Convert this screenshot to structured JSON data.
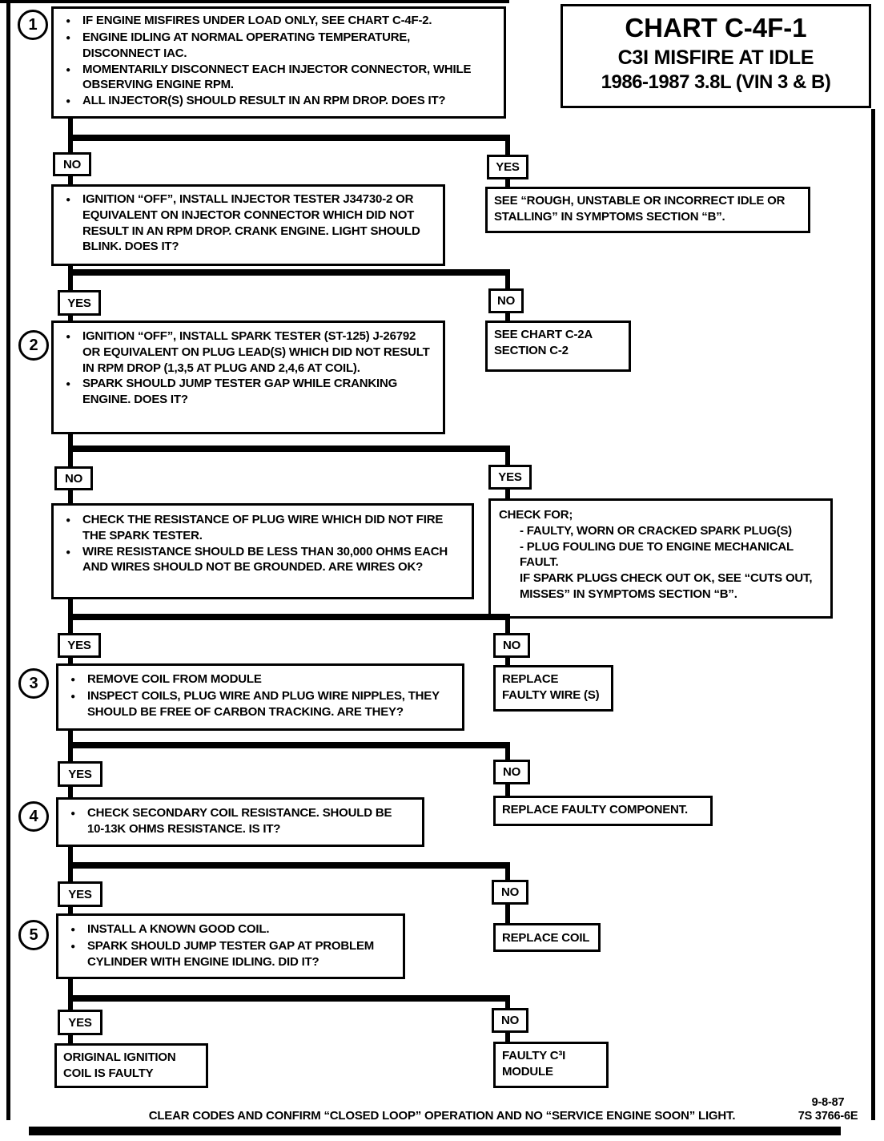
{
  "glyphs": {
    "bullet": "●"
  },
  "title": {
    "chart": "CHART C-4F-1",
    "subtitle": "C3I MISFIRE AT IDLE",
    "model": "1986-1987  3.8L  (VIN 3 & B)"
  },
  "steps": {
    "n1": "1",
    "n2": "2",
    "n3": "3",
    "n4": "4",
    "n5": "5"
  },
  "decisions": {
    "r2_left": "NO",
    "r2_right": "YES",
    "r3_left": "YES",
    "r3_right": "NO",
    "r4_left": "NO",
    "r4_right": "YES",
    "r5_left": "YES",
    "r5_right": "NO",
    "r6_left": "YES",
    "r6_right": "NO",
    "r7_left": "YES",
    "r7_right": "NO",
    "r8_left": "YES",
    "r8_right": "NO"
  },
  "boxes": {
    "step1_bullets": [
      "IF ENGINE MISFIRES UNDER LOAD ONLY, SEE CHART C-4F-2.",
      "ENGINE IDLING AT NORMAL OPERATING TEMPERATURE, DISCONNECT IAC.",
      "MOMENTARILY DISCONNECT EACH INJECTOR CONNECTOR, WHILE OBSERVING ENGINE RPM.",
      "ALL INJECTOR(S) SHOULD RESULT IN AN RPM DROP. DOES IT?"
    ],
    "injector_tester_bullets": [
      "IGNITION “OFF”, INSTALL INJECTOR TESTER J34730-2 OR EQUIVALENT ON INJECTOR CONNECTOR WHICH DID NOT RESULT IN AN RPM DROP. CRANK ENGINE. LIGHT SHOULD BLINK. DOES IT?"
    ],
    "rough_idle_text": "SEE “ROUGH, UNSTABLE OR INCORRECT IDLE OR STALLING” IN SYMPTOMS SECTION “B”.",
    "step2_bullets": [
      "IGNITION “OFF”, INSTALL SPARK TESTER (ST-125) J-26792 OR EQUIVALENT ON PLUG LEAD(S) WHICH DID NOT RESULT IN RPM DROP (1,3,5 AT PLUG AND 2,4,6 AT COIL).",
      "SPARK SHOULD JUMP TESTER GAP WHILE CRANKING ENGINE. DOES IT?"
    ],
    "chart_c2a_line1": "SEE CHART C-2A",
    "chart_c2a_line2": "SECTION C-2",
    "plug_wire_bullets": [
      "CHECK THE RESISTANCE OF PLUG WIRE WHICH DID NOT FIRE THE SPARK TESTER.",
      "WIRE RESISTANCE SHOULD BE LESS THAN 30,000 OHMS EACH AND WIRES SHOULD NOT BE GROUNDED. ARE WIRES OK?"
    ],
    "check_for_heading": "CHECK FOR;",
    "check_for_item1": "-  FAULTY, WORN OR CRACKED SPARK PLUG(S)",
    "check_for_item2": "-  PLUG FOULING DUE TO ENGINE MECHANICAL FAULT.",
    "check_for_note": "IF SPARK PLUGS CHECK OUT OK, SEE “CUTS OUT, MISSES” IN SYMPTOMS SECTION “B”.",
    "step3_bullets": [
      "REMOVE COIL FROM MODULE",
      "INSPECT COILS, PLUG WIRE AND PLUG WIRE NIPPLES, THEY SHOULD BE FREE OF CARBON TRACKING. ARE THEY?"
    ],
    "replace_wire_line1": "REPLACE",
    "replace_wire_line2": "FAULTY WIRE (S)",
    "step4_bullets": [
      "CHECK SECONDARY COIL RESISTANCE. SHOULD BE 10-13K OHMS RESISTANCE. IS IT?"
    ],
    "replace_component_text": "REPLACE FAULTY COMPONENT.",
    "step5_bullets": [
      "INSTALL A KNOWN GOOD COIL.",
      "SPARK SHOULD JUMP TESTER GAP AT PROBLEM CYLINDER WITH ENGINE IDLING. DID IT?"
    ],
    "replace_coil_text": "REPLACE COIL",
    "original_coil_line1": "ORIGINAL IGNITION",
    "original_coil_line2": "COIL IS FAULTY",
    "faulty_module_line1": "FAULTY C³I",
    "faulty_module_line2": "MODULE"
  },
  "footer": {
    "note": "CLEAR CODES AND CONFIRM “CLOSED LOOP”  OPERATION AND NO “SERVICE ENGINE SOON” LIGHT.",
    "date": "9-8-87",
    "doc": "7S 3766-6E"
  }
}
